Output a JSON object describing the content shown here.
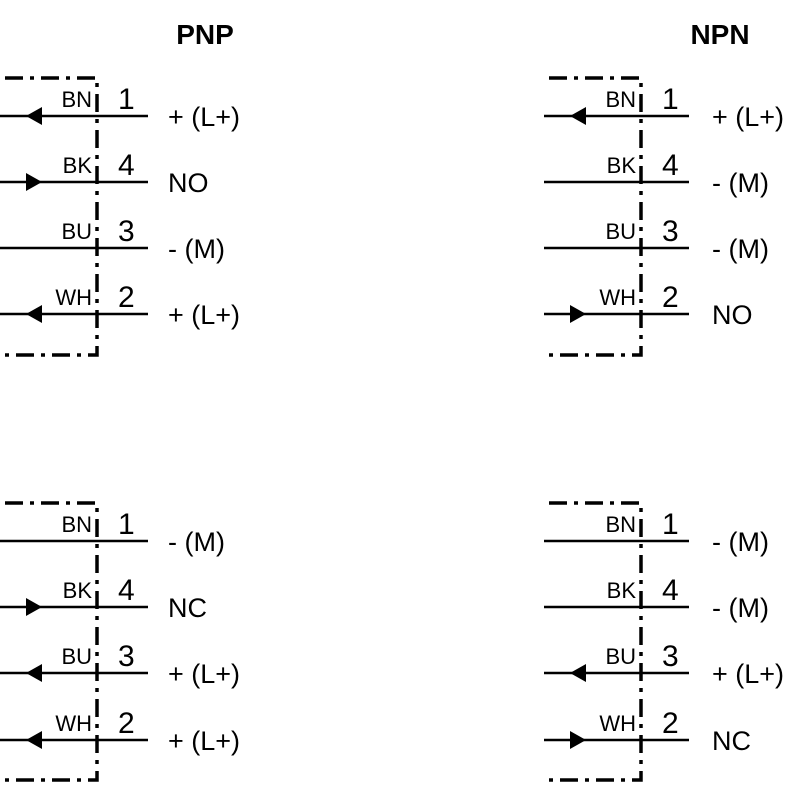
{
  "headings": {
    "pnp": "PNP",
    "npn": "NPN"
  },
  "diagrams": [
    {
      "name": "pnp-no",
      "pins": [
        {
          "color": "BN",
          "number": "1",
          "signal": "+ (L+)",
          "arrow": "in"
        },
        {
          "color": "BK",
          "number": "4",
          "signal": "NO",
          "arrow": "out"
        },
        {
          "color": "BU",
          "number": "3",
          "signal": "- (M)",
          "arrow": "none"
        },
        {
          "color": "WH",
          "number": "2",
          "signal": "+ (L+)",
          "arrow": "in"
        }
      ]
    },
    {
      "name": "npn-no",
      "pins": [
        {
          "color": "BN",
          "number": "1",
          "signal": "+ (L+)",
          "arrow": "in"
        },
        {
          "color": "BK",
          "number": "4",
          "signal": "- (M)",
          "arrow": "none"
        },
        {
          "color": "BU",
          "number": "3",
          "signal": "- (M)",
          "arrow": "none"
        },
        {
          "color": "WH",
          "number": "2",
          "signal": "NO",
          "arrow": "out"
        }
      ]
    },
    {
      "name": "pnp-nc",
      "pins": [
        {
          "color": "BN",
          "number": "1",
          "signal": "- (M)",
          "arrow": "none"
        },
        {
          "color": "BK",
          "number": "4",
          "signal": "NC",
          "arrow": "out"
        },
        {
          "color": "BU",
          "number": "3",
          "signal": "+ (L+)",
          "arrow": "in"
        },
        {
          "color": "WH",
          "number": "2",
          "signal": "+ (L+)",
          "arrow": "in"
        }
      ]
    },
    {
      "name": "npn-nc",
      "pins": [
        {
          "color": "BN",
          "number": "1",
          "signal": "- (M)",
          "arrow": "none"
        },
        {
          "color": "BK",
          "number": "4",
          "signal": "- (M)",
          "arrow": "none"
        },
        {
          "color": "BU",
          "number": "3",
          "signal": "+ (L+)",
          "arrow": "in"
        },
        {
          "color": "WH",
          "number": "2",
          "signal": "NC",
          "arrow": "out"
        }
      ]
    }
  ]
}
